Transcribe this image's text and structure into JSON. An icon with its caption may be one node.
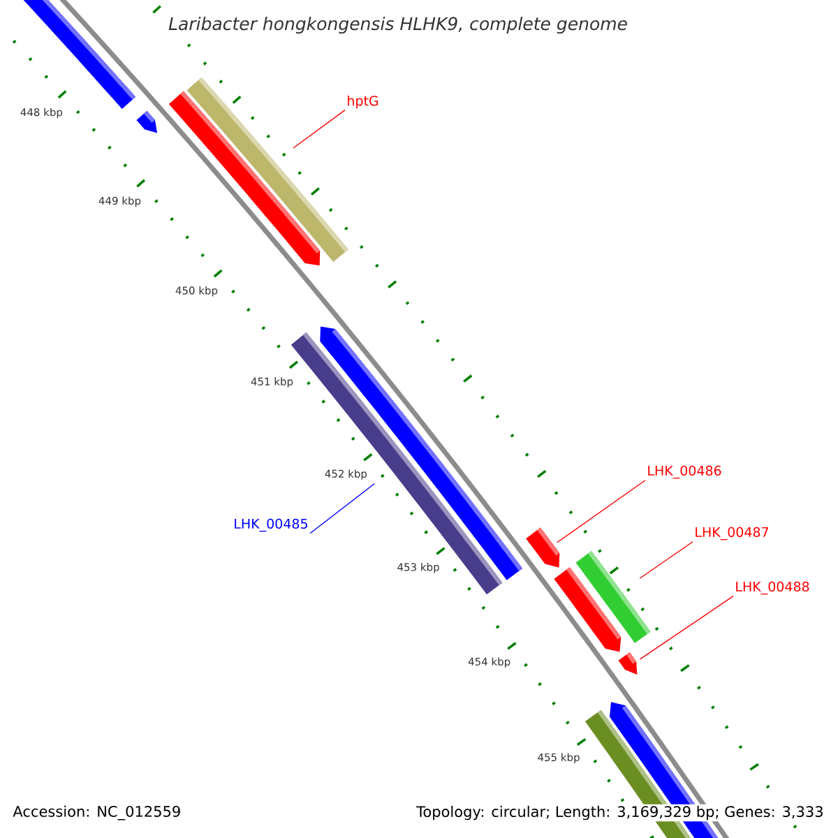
{
  "diagram": {
    "title": "Laribacter hongkongensis HLHK9, complete genome",
    "nodes": [
      {
        "text": [
          "hptG"
        ]
      },
      {
        "text": [
          "LHK_00485"
        ]
      },
      {
        "text": [
          "LHK_00486"
        ]
      },
      {
        "text": [
          "LHK_00487"
        ]
      },
      {
        "text": [
          "LHK_00488"
        ]
      },
      {
        "text": [],
        "shape": "bar"
      },
      {
        "text": [],
        "shape": "bar"
      },
      {
        "text": [],
        "shape": "bar"
      },
      {
        "text": [],
        "shape": "bar"
      },
      {
        "text": [],
        "shape": "bar"
      }
    ],
    "edges": [
      {
        "from": 0,
        "to": 5,
        "arrow": "none"
      },
      {
        "from": 1,
        "to": 6,
        "arrow": "none",
        "color": "#0000ff"
      },
      {
        "from": 2,
        "to": 7,
        "arrow": "none"
      },
      {
        "from": 3,
        "to": 8,
        "arrow": "none"
      },
      {
        "from": 4,
        "to": 9,
        "arrow": "none"
      }
    ],
    "labels": [
      "448 kbp",
      "449 kbp",
      "450 kbp",
      "451 kbp",
      "452 kbp",
      "453 kbp",
      "454 kbp",
      "455 kbp",
      "Accession: NC_012559",
      "Topology: circular; Length: 3,169,329 bp; Genes: 3,333"
    ]
  }
}
